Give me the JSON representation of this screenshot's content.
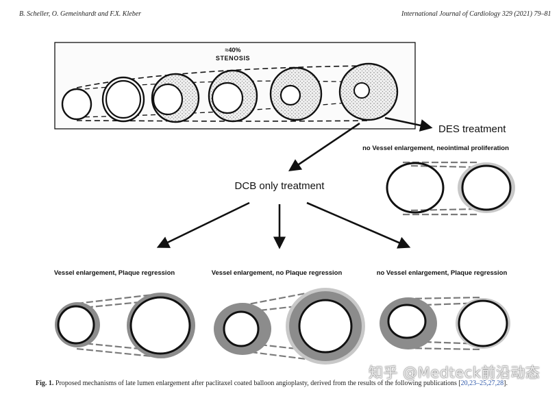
{
  "header": {
    "authors": "B. Scheller, O. Gemeinhardt and F.X. Kleber",
    "journal": "International Journal of Cardiology 329 (2021) 79–81"
  },
  "figure": {
    "stenosis_label_line1": "≈40%",
    "stenosis_label_line2": "STENOSIS",
    "des_treatment": "DES treatment",
    "des_subtitle": "no Vessel enlargement, neointimal proliferation",
    "dcb_treatment": "DCB only treatment",
    "panel_1_title": "Vessel enlargement, Plaque regression",
    "panel_2_title": "Vessel enlargement, no Plaque regression",
    "panel_3_title": "no Vessel enlargement, Plaque regression"
  },
  "caption": {
    "label": "Fig. 1.",
    "text": " Proposed mechanisms of late lumen enlargement after paclitaxel coated balloon angioplasty, derived from the results of the following publications [",
    "refs": "20,23–25,27,28",
    "end": "]."
  },
  "watermark": "知乎 @Medteck前沿动态",
  "colors": {
    "plaque_gray": "#8c8c8c",
    "halo_gray": "#c8c8c8",
    "ref_blue": "#2a55a8"
  }
}
